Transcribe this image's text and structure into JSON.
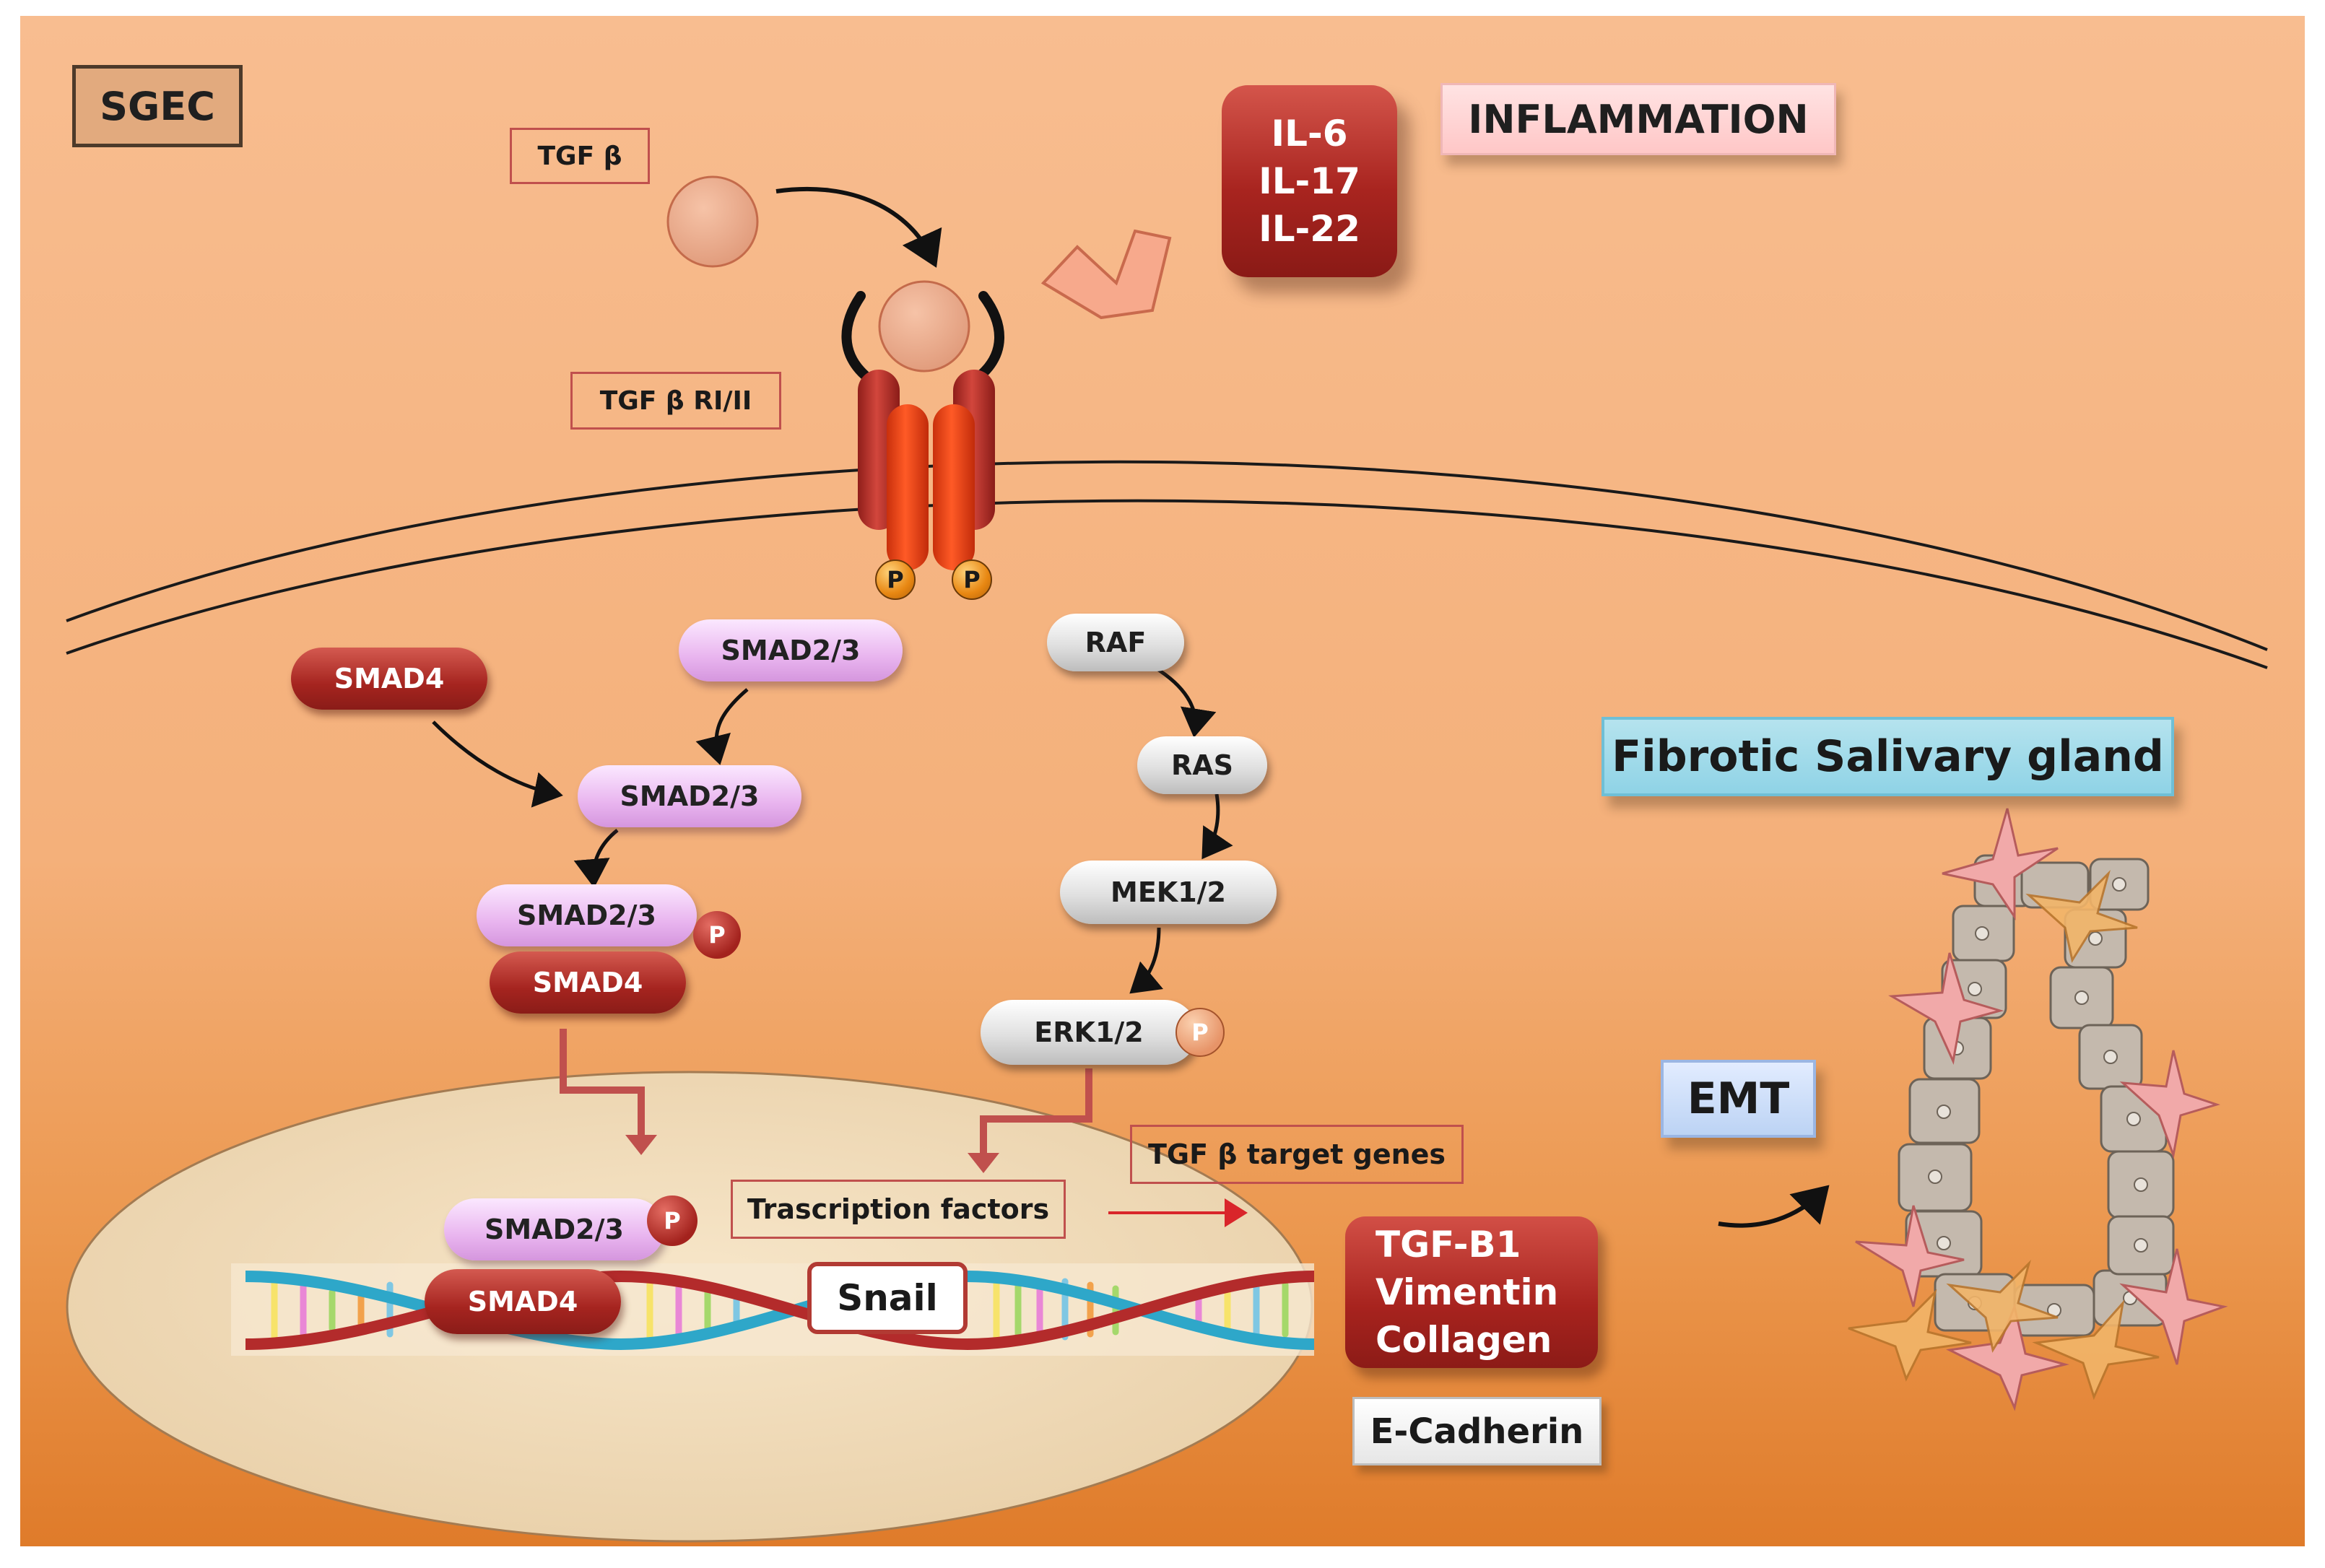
{
  "labels": {
    "sgec": "SGEC",
    "tgfb": "TGF β",
    "tgfb_receptor": "TGF β RI/II",
    "cytokines": [
      "IL-6",
      "IL-17",
      "IL-22"
    ],
    "inflammation": "INFLAMMATION",
    "phospho": "P",
    "smad4": "SMAD4",
    "smad23": "SMAD2/3",
    "raf": "RAF",
    "ras": "RAS",
    "mek": "MEK1/2",
    "erk": "ERK1/2",
    "fibrotic": "Fibrotic Salivary gland",
    "emt": "EMT",
    "target_genes": "TGF β target genes",
    "transcription_factors": "Trascription factors",
    "snail": "Snail",
    "gene_products": [
      "TGF-B1",
      "Vimentin",
      "Collagen"
    ],
    "ecadherin": "E-Cadherin"
  },
  "colors": {
    "background_top": "#f7bc8e",
    "background_bottom": "#e07f2f",
    "accent_red": "#a8241f",
    "receptor_orange": "#ef4a14",
    "smad_pink": "#e9b5ef",
    "kinase_gray": "#e0e0e0",
    "nucleus": "#f0dcbc"
  }
}
